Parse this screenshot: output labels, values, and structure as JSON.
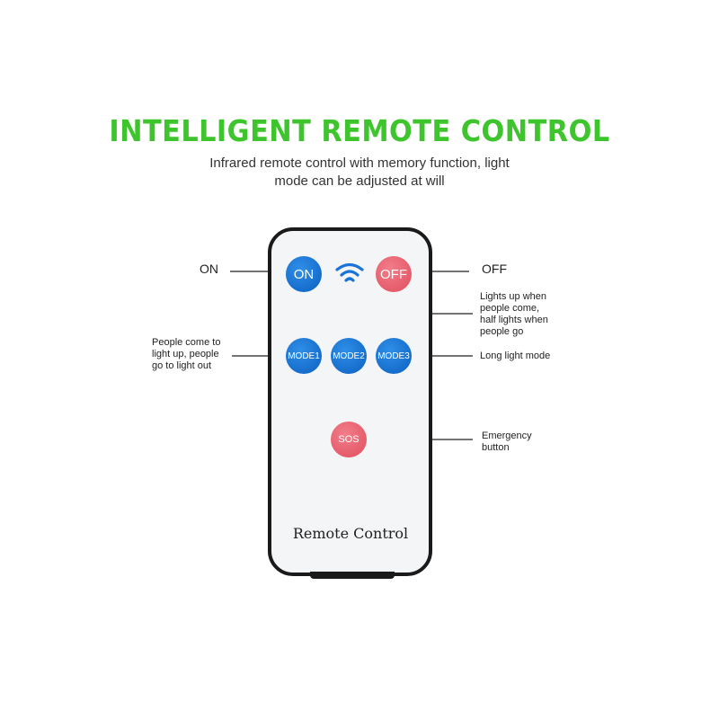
{
  "header": {
    "title": "INTELLIGENT REMOTE CONTROL",
    "subtitle_line1": "Infrared remote control with memory function, light",
    "subtitle_line2": "mode can be adjusted at will"
  },
  "remote": {
    "label": "Remote Control",
    "buttons": {
      "on": "ON",
      "off": "OFF",
      "mode1": "MODE1",
      "mode2": "MODE2",
      "mode3": "MODE3",
      "sos": "SOS"
    },
    "signal_icon": "wifi-signal-icon"
  },
  "callouts": {
    "on": "ON",
    "off": "OFF",
    "mode1": [
      "People come to",
      "light up, people",
      "go to light out"
    ],
    "mode2": [
      "Lights up when",
      "people come,",
      "half lights when",
      "people go"
    ],
    "mode3": "Long light mode",
    "sos": [
      "Emergency",
      "button"
    ]
  },
  "colors": {
    "title": "#3ec42c",
    "blue_button": "#0b5fc0",
    "red_button": "#e04e5e",
    "remote_border": "#1a1a1a",
    "signal": "#1a73d8"
  }
}
